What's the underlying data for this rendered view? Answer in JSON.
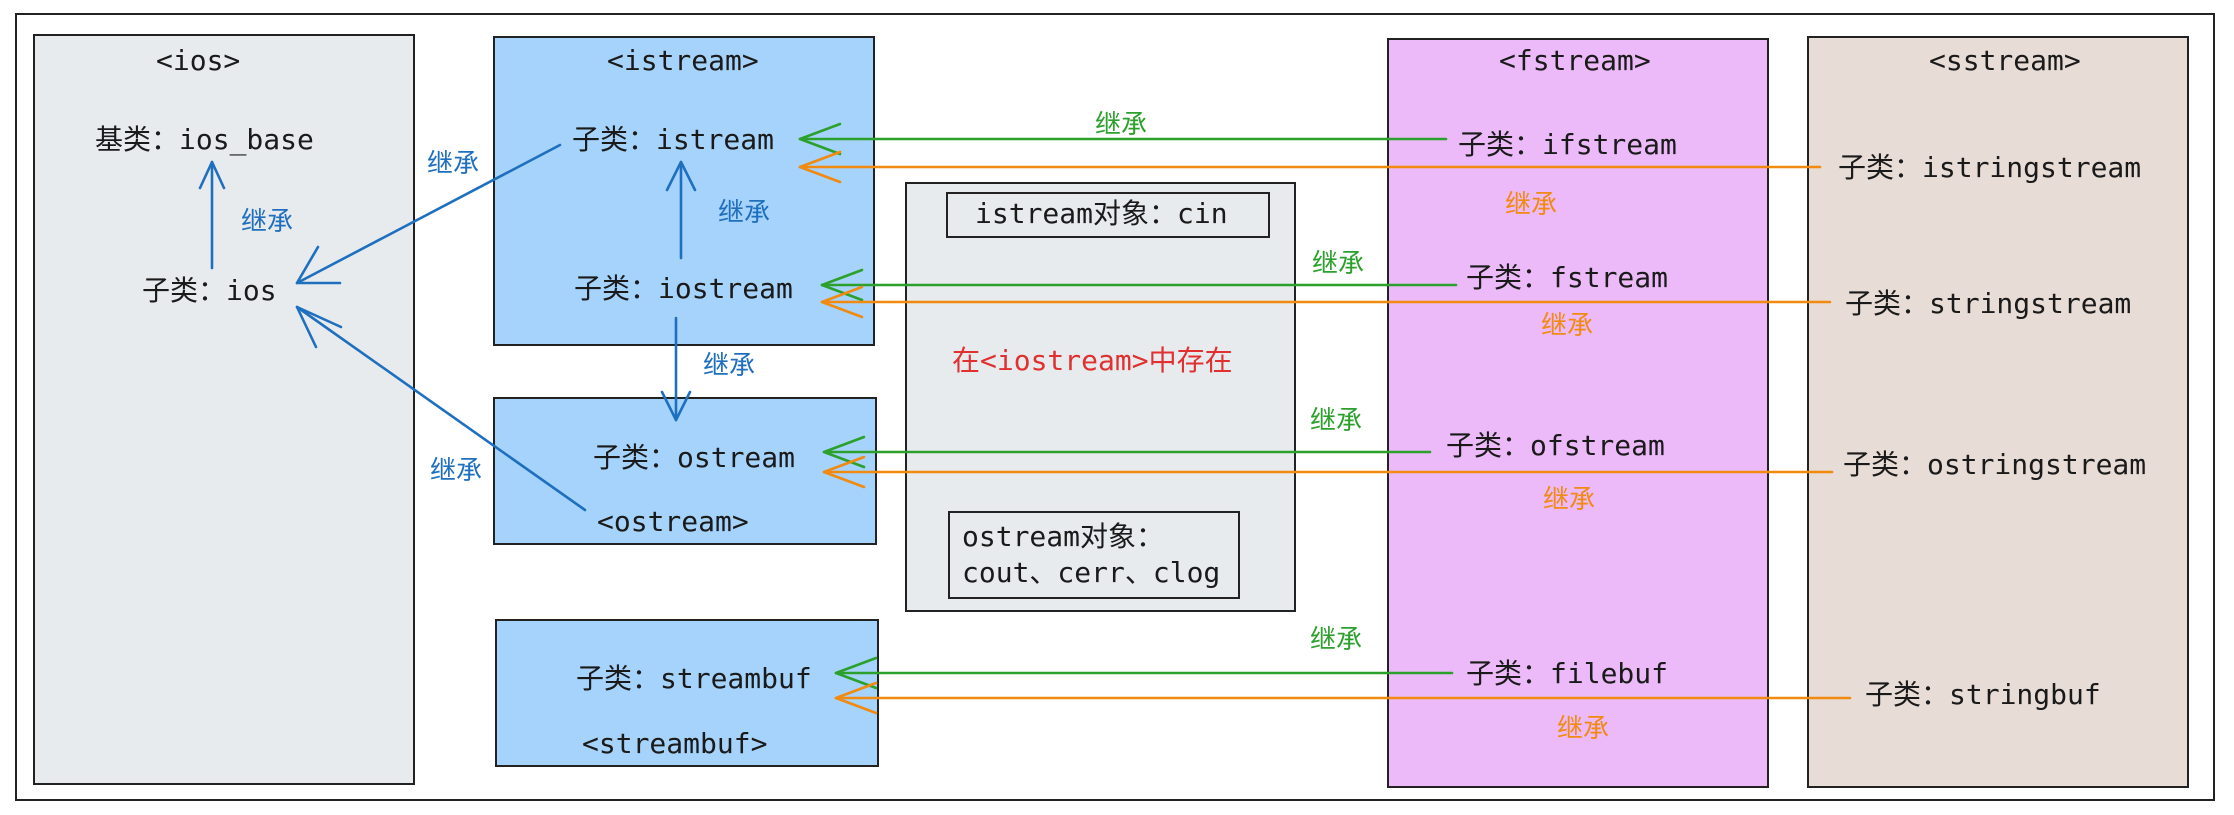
{
  "colors": {
    "ios_panel": "#e8ebee",
    "istream_panel": "#a6d3fb",
    "fstream_panel": "#ecbaf8",
    "sstream_panel": "#e8dcd6",
    "middle_panel": "#e8ebee",
    "blue": "#1f6fbf",
    "green": "#2ca02c",
    "orange": "#f08a10",
    "red": "#e03030"
  },
  "ios": {
    "title": "<ios>",
    "base": "基类：ios_base",
    "child": "子类：ios",
    "inherit": "继承"
  },
  "istream": {
    "title": "<istream>",
    "child_istream": "子类：istream",
    "child_iostream": "子类：iostream",
    "inherit": "继承"
  },
  "ostream": {
    "title": "<ostream>",
    "child": "子类：ostream"
  },
  "streambuf": {
    "title": "<streambuf>",
    "child": "子类：streambuf"
  },
  "middle": {
    "cin_box": "istream对象：cin",
    "exists_note": "在<iostream>中存在",
    "ostream_objects_line1": "ostream对象：",
    "ostream_objects_line2": "cout、cerr、clog"
  },
  "fstream": {
    "title": "<fstream>",
    "ifstream": "子类：ifstream",
    "fstream": "子类：fstream",
    "ofstream": "子类：ofstream",
    "filebuf": "子类：filebuf"
  },
  "sstream": {
    "title": "<sstream>",
    "istringstream": "子类：istringstream",
    "stringstream": "子类：stringstream",
    "ostringstream": "子类：ostringstream",
    "stringbuf": "子类：stringbuf"
  },
  "edge_labels": {
    "ios_to_iosbase": "继承",
    "istream_to_ios": "继承",
    "ostream_to_ios": "继承",
    "iostream_to_istream": "继承",
    "iostream_to_ostream": "继承",
    "ifstream": "继承",
    "fstream": "继承",
    "ofstream": "继承",
    "filebuf": "继承",
    "istringstream": "继承",
    "stringstream": "继承",
    "ostringstream": "继承",
    "stringbuf": "继承"
  }
}
